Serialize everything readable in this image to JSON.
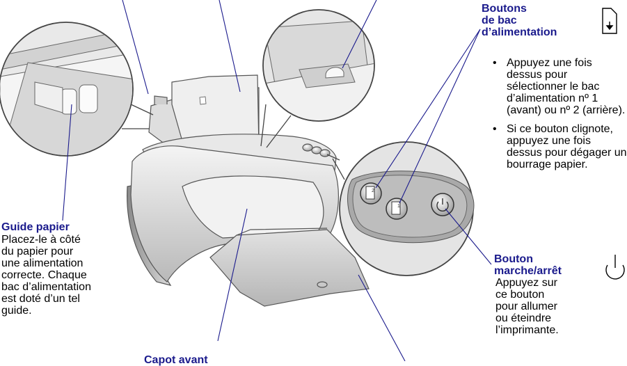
{
  "labels": {
    "tray_buttons_title": "Boutons\nde bac\nd’alimentation",
    "tray_buttons_bullets": [
      "Appuyez une fois dessus pour sélectionner le bac d’alimentation nº 1 (avant) ou nº 2 (arrière).",
      "Si ce bouton clignote, appuyez une fois dessus pour dégager un bourrage papier."
    ],
    "paper_guide_title": "Guide papier",
    "paper_guide_desc": "Placez-le à côté\ndu papier pour\nune alimentation\ncorrecte. Chaque\nbac d’alimentation\nest doté d’un tel\nguide.",
    "power_button_title": "Bouton\nmarche/arrêt",
    "power_button_desc": "Appuyez sur\nce bouton\npour allumer\nou éteindre\nl’imprimante.",
    "front_cover_title": "Capot avant"
  },
  "colors": {
    "title": "#1a1a8c",
    "leader": "#1a1a8c",
    "outline": "#555555"
  },
  "icons": [
    "tray-feed-icon",
    "power-icon"
  ]
}
